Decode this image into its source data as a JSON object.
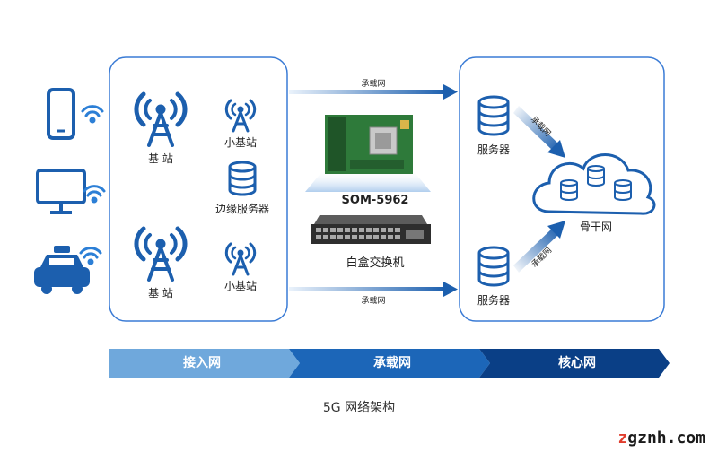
{
  "access": {
    "base_station_1": "基 站",
    "base_station_2": "基 站",
    "small_cell_1": "小基站",
    "small_cell_2": "小基站",
    "edge_server": "边缘服务器"
  },
  "center": {
    "module": "SOM-5962",
    "switch": "白盒交换机"
  },
  "links": {
    "top": "承载网",
    "bottom": "承载网",
    "diag_top": "承载网",
    "diag_bottom": "承载网"
  },
  "core": {
    "server_1": "服务器",
    "server_2": "服务器",
    "backbone": "骨干网"
  },
  "band": {
    "segments": [
      "接入网",
      "承载网",
      "核心网"
    ],
    "colors": [
      "#6fa8dc",
      "#1c66b8",
      "#0a3f86"
    ]
  },
  "caption": "5G 网络架构",
  "watermark": {
    "prefix": "z",
    "rest": "gznh.com"
  },
  "colors": {
    "accent": "#1c5fae",
    "panel_border": "#3a7bd5"
  }
}
